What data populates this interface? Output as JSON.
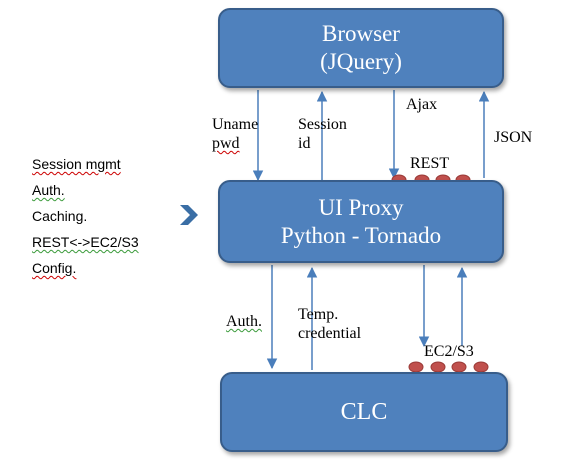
{
  "boxes": {
    "browser": {
      "line1": "Browser",
      "line2": "(JQuery)"
    },
    "proxy": {
      "line1": "UI Proxy",
      "line2": "Python - Tornado"
    },
    "clc": {
      "line1": "CLC"
    }
  },
  "labels": {
    "uname": [
      "Uname",
      "pwd"
    ],
    "session_id": [
      "Session",
      "id"
    ],
    "ajax": "Ajax",
    "json": "JSON",
    "rest": "REST",
    "auth": "Auth.",
    "temp_credential": [
      "Temp.",
      "credential"
    ],
    "ec2s3": "EC2/S3"
  },
  "features": [
    "Session mgmt",
    "Auth.",
    "Caching.",
    "REST<->EC2/S3",
    "Config."
  ],
  "colors": {
    "box_fill": "#4f81bd",
    "box_border": "#385d8a",
    "arrow": "#4a7ebb",
    "port_dots": "#c0504d"
  },
  "icons": {
    "pointer": "chevron-right-icon"
  }
}
